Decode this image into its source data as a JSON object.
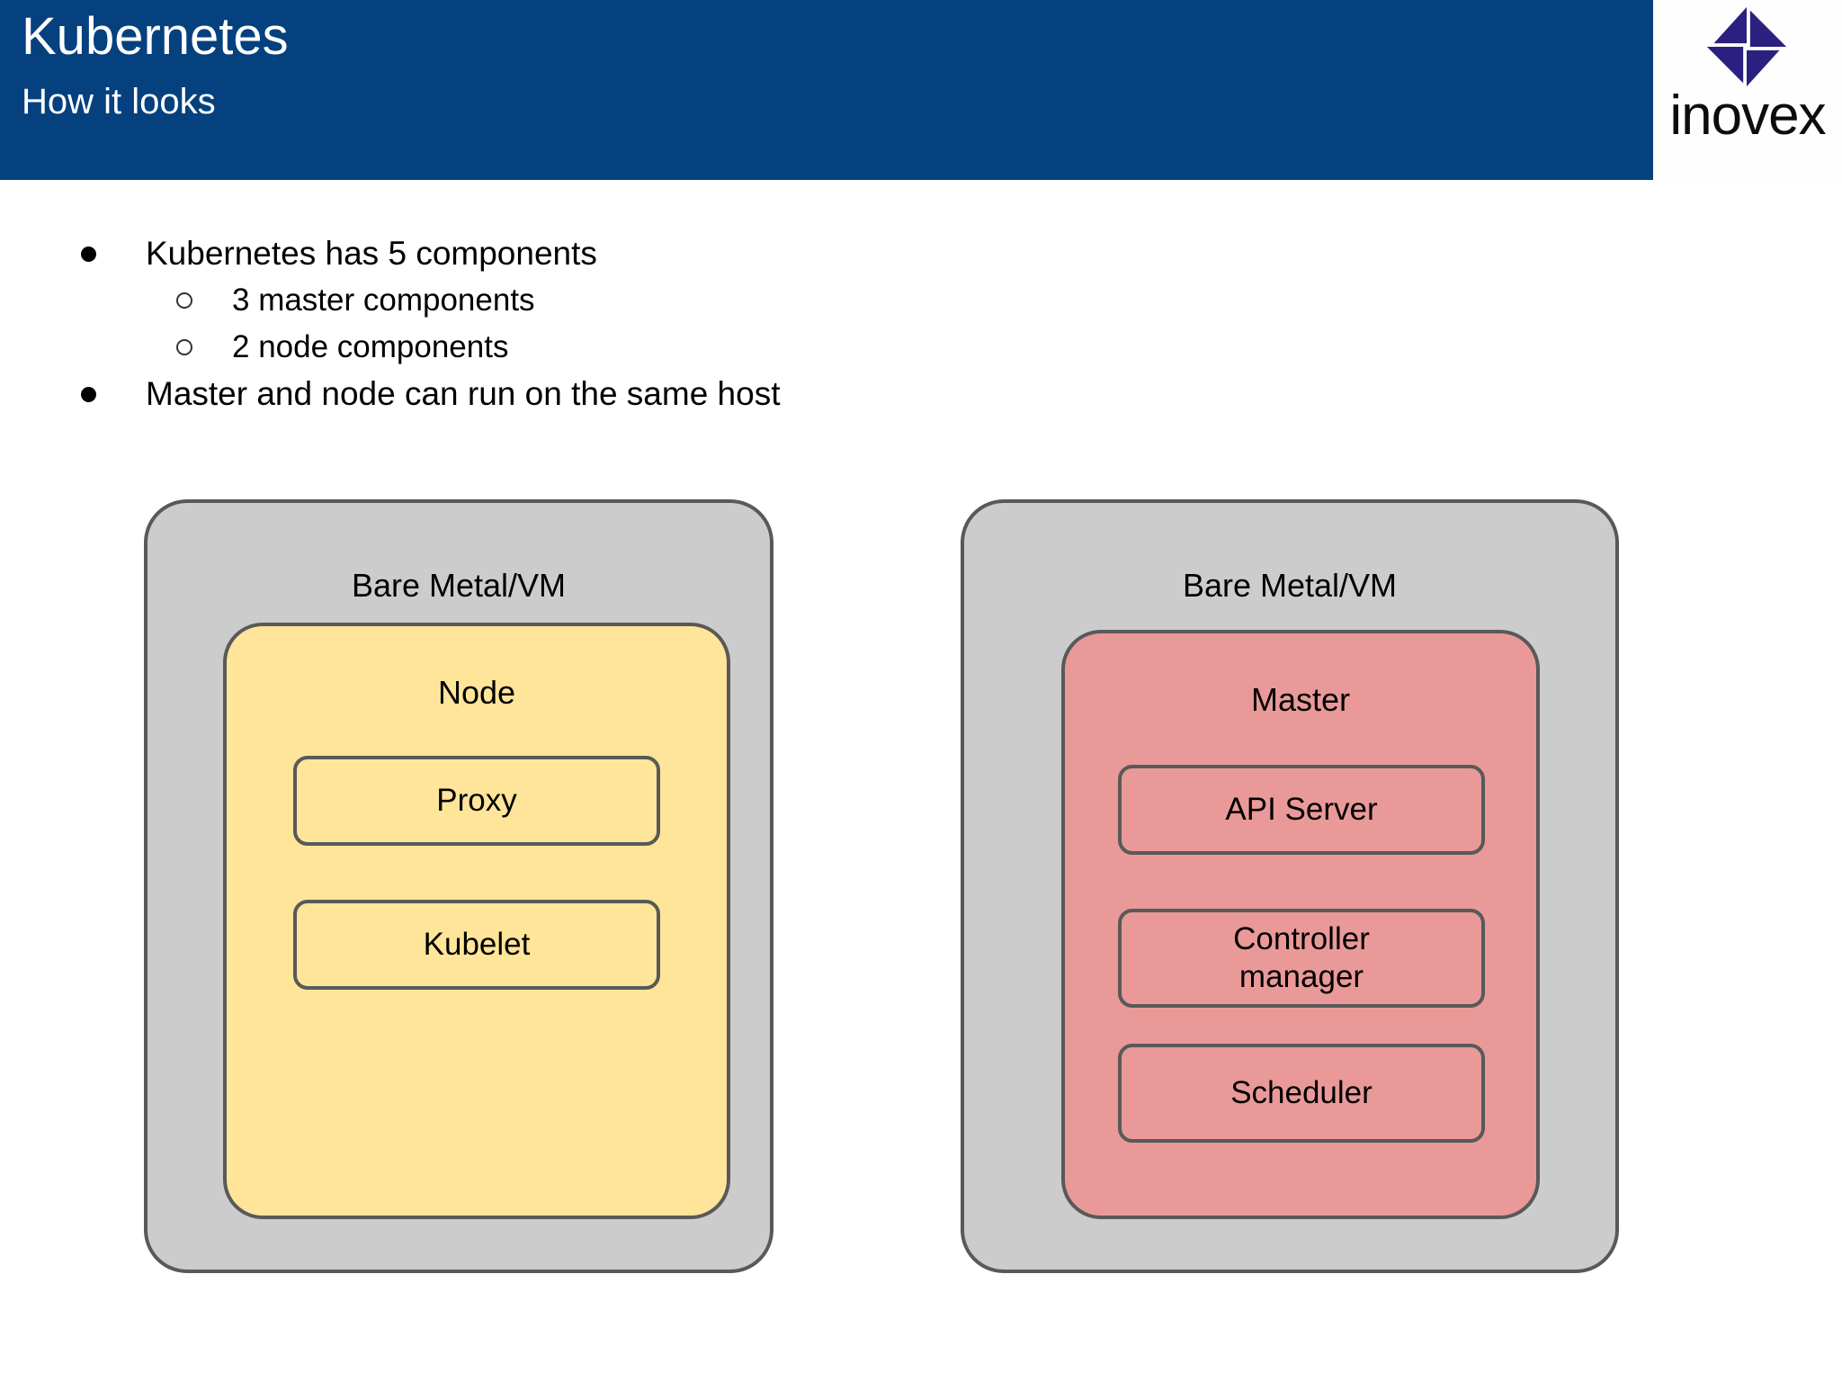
{
  "header": {
    "title": "Kubernetes",
    "subtitle": "How it looks",
    "background_color": "#05407f",
    "text_color": "#ffffff"
  },
  "logo": {
    "name": "inovex-logo",
    "wordmark": "inovex",
    "mark_color": "#2b2080",
    "wordmark_color": "#0d0d0d"
  },
  "bullets": [
    {
      "level": 1,
      "marker": "filled",
      "text": "Kubernetes has 5 components"
    },
    {
      "level": 2,
      "marker": "hollow",
      "text": "3 master components"
    },
    {
      "level": 2,
      "marker": "hollow",
      "text": "2 node components"
    },
    {
      "level": 1,
      "marker": "filled",
      "text": "Master and node can run on the same host"
    }
  ],
  "diagram": {
    "host_fill": "#cccccc",
    "border_color": "#595959",
    "node_fill": "#ffe599",
    "master_fill": "#ea9999",
    "left": {
      "host_label": "Bare Metal/VM",
      "role_label": "Node",
      "components": [
        {
          "label": "Proxy"
        },
        {
          "label": "Kubelet"
        }
      ]
    },
    "right": {
      "host_label": "Bare Metal/VM",
      "role_label": "Master",
      "components": [
        {
          "label": "API Server"
        },
        {
          "label": "Controller\nmanager"
        },
        {
          "label": "Scheduler"
        }
      ]
    }
  }
}
